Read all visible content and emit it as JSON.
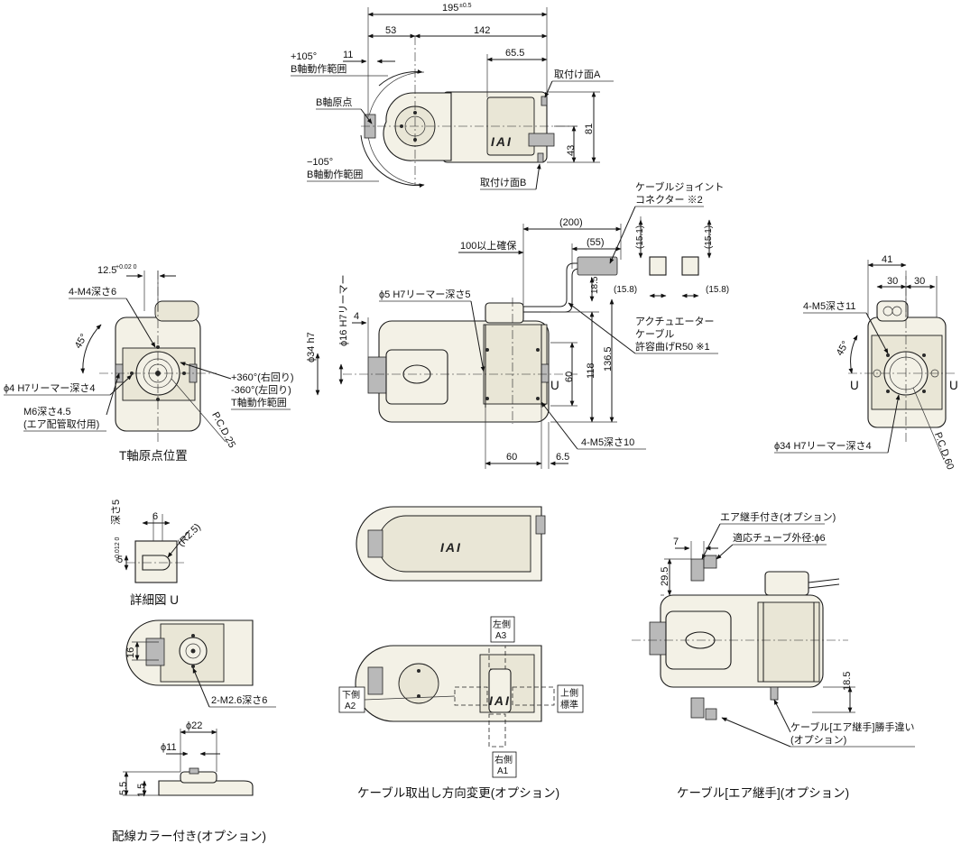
{
  "top_view": {
    "dim_195": "195",
    "dim_195_tol": "±0.5",
    "dim_53": "53",
    "dim_142": "142",
    "dim_11": "11",
    "dim_65_5": "65.5",
    "dim_43": "43",
    "dim_81": "81",
    "plus105": "+105°",
    "b_range_1": "B軸動作範囲",
    "b_origin": "B軸原点",
    "minus105": "−105°",
    "b_range_2": "B軸動作範囲",
    "mount_a": "取付け面A",
    "mount_b": "取付け面B",
    "logo": "IAI"
  },
  "t_origin_view": {
    "dim_12_5": "12.5",
    "dim_12_5_tol": "+0.02 0",
    "m4": "4-M4深さ6",
    "angle45": "45°",
    "phi4": "ϕ4 H7リーマー深さ4",
    "m6": "M6深さ4.5",
    "m6_sub": "(エア配管取付用)",
    "rot_plus": "+360°(右回り)",
    "rot_minus": "-360°(左回り)",
    "t_range": "T軸動作範囲",
    "pcd25": "P.C.D.25",
    "caption": "T軸原点位置"
  },
  "front_view": {
    "cable_joint": "ケーブルジョイント",
    "connector": "コネクター ※2",
    "dim_200": "(200)",
    "dim_100": "100以上確保",
    "dim_55": "(55)",
    "dim_15_1a": "(15.1)",
    "dim_15_1b": "(15.1)",
    "dim_15_8a": "(15.8)",
    "dim_15_8b": "(15.8)",
    "dim_18_5": "18.5",
    "phi5": "ϕ5 H7リーマー深さ5",
    "phi16": "ϕ16 H7リーマー",
    "phi34": "ϕ34 h7",
    "dim_4": "4",
    "actuator_cable_1": "アクチュエーター",
    "actuator_cable_2": "ケーブル",
    "actuator_cable_3": "許容曲げR50 ※1",
    "dim_60v": "60",
    "dim_118": "118",
    "dim_136_5": "136.5",
    "u_left": "U",
    "m5_10": "4-M5深さ10",
    "dim_60h": "60",
    "dim_6_5": "6.5"
  },
  "side_view": {
    "dim_41": "41",
    "dim_30a": "30",
    "dim_30b": "30",
    "m5_11": "4-M5深さ11",
    "angle45": "45°",
    "u_left": "U",
    "u_right": "U",
    "phi34_ream": "ϕ34 H7リーマー深さ4",
    "pcd60": "P.C.D.60"
  },
  "detail_u": {
    "dim_6": "6",
    "dim_5": "5",
    "dim_5_tol": "+0.012 0",
    "depth5": "深さ5",
    "r2_5": "(R2.5)",
    "caption": "詳細図 U"
  },
  "bottom_left": {
    "dim_16": "16",
    "m2_6": "2-M2.6深さ6",
    "phi22": "ϕ22",
    "phi11": "ϕ11",
    "dim_5_5": "5.5",
    "dim_1_5": "1.5",
    "caption": "配線カラー付き(オプション)"
  },
  "cable_direction": {
    "logo": "IAI",
    "left_side": "左側",
    "left_code": "A3",
    "down_side": "下側",
    "down_code": "A2",
    "up_side": "上側",
    "up_code": "標準",
    "right_side": "右側",
    "right_code": "A1",
    "caption": "ケーブル取出し方向変更(オプション)"
  },
  "air_joint": {
    "air_fitting": "エア継手付き(オプション)",
    "tube_od": "適応チューブ外径:ϕ6",
    "dim_7": "7",
    "dim_29_5": "29.5",
    "dim_18_5": "18.5",
    "cable_diff_1": "ケーブル[エア継手]勝手違い",
    "cable_diff_2": "(オプション)",
    "caption": "ケーブル[エア継手](オプション)"
  }
}
